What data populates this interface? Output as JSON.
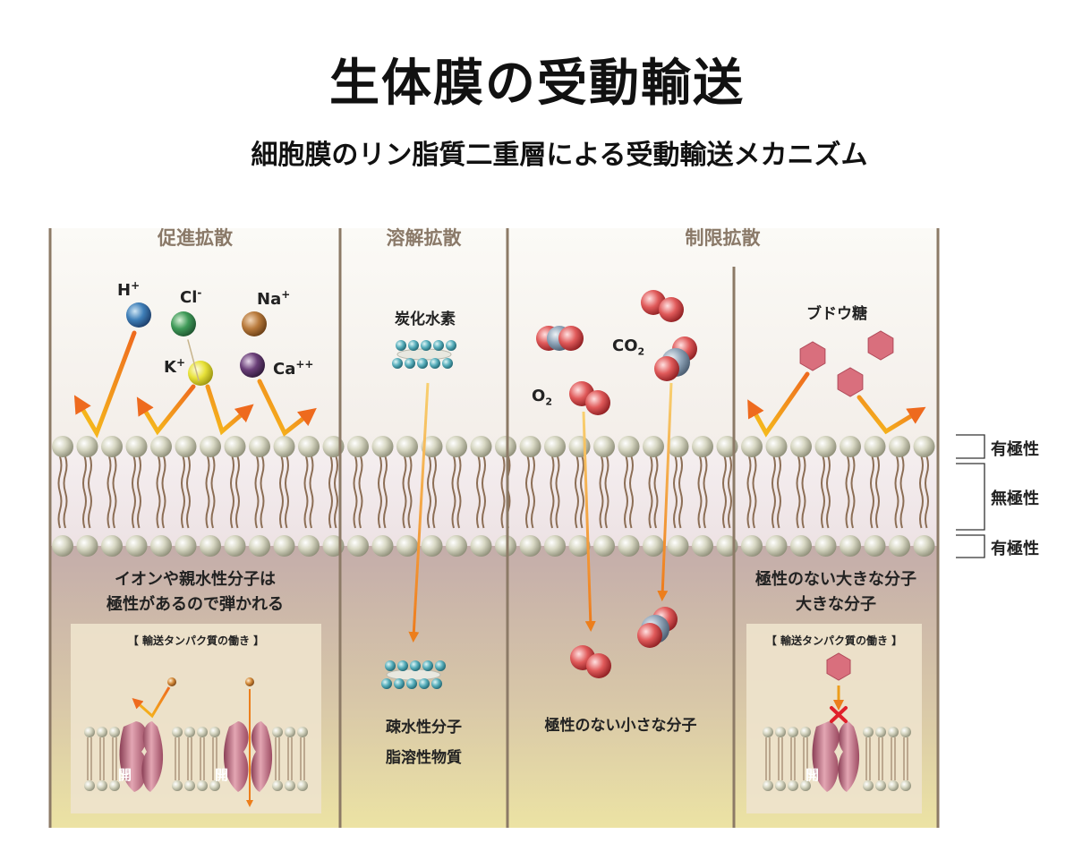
{
  "title": "生体膜の受動輸送",
  "subtitle": "細胞膜のリン脂質二重層による受動輸送メカニズム",
  "sections": {
    "facilitated": "促進拡散",
    "dissolution": "溶解拡散",
    "restricted": "制限拡散"
  },
  "ions": {
    "h": "H",
    "cl": "Cl",
    "na": "Na",
    "k": "K",
    "ca": "Ca",
    "plus": "+",
    "minus": "-",
    "plusplus": "++"
  },
  "molecules": {
    "hydrocarbon": "炭化水素",
    "co": "CO",
    "o": "O",
    "sub2": "2",
    "glucose": "ブドウ糖"
  },
  "layers": {
    "polar_top": "有極性",
    "nonpolar": "無極性",
    "polar_bottom": "有極性"
  },
  "descriptions": {
    "ion_line1": "イオンや親水性分子は",
    "ion_line2": "極性があるので弾かれる",
    "hydrophobic": "疎水性分子",
    "lipid_soluble": "脂溶性物質",
    "small_nonpolar": "極性のない小さな分子",
    "large_line1": "極性のない大きな分子",
    "large_line2": "大きな分子"
  },
  "protein_box": {
    "heading": "【 輸送タンパク質の働き 】",
    "open": "開"
  },
  "colors": {
    "divider": "#8c7a66",
    "section_label": "#8a7968",
    "arrow_orange": "#f08a24",
    "arrow_yellow": "#f4c020",
    "head_bead": "#c9c9b3",
    "tail": "#8c6e55",
    "protein": "#c57b8a",
    "glucose": "#d96f7d",
    "cross": "#e0202a"
  }
}
